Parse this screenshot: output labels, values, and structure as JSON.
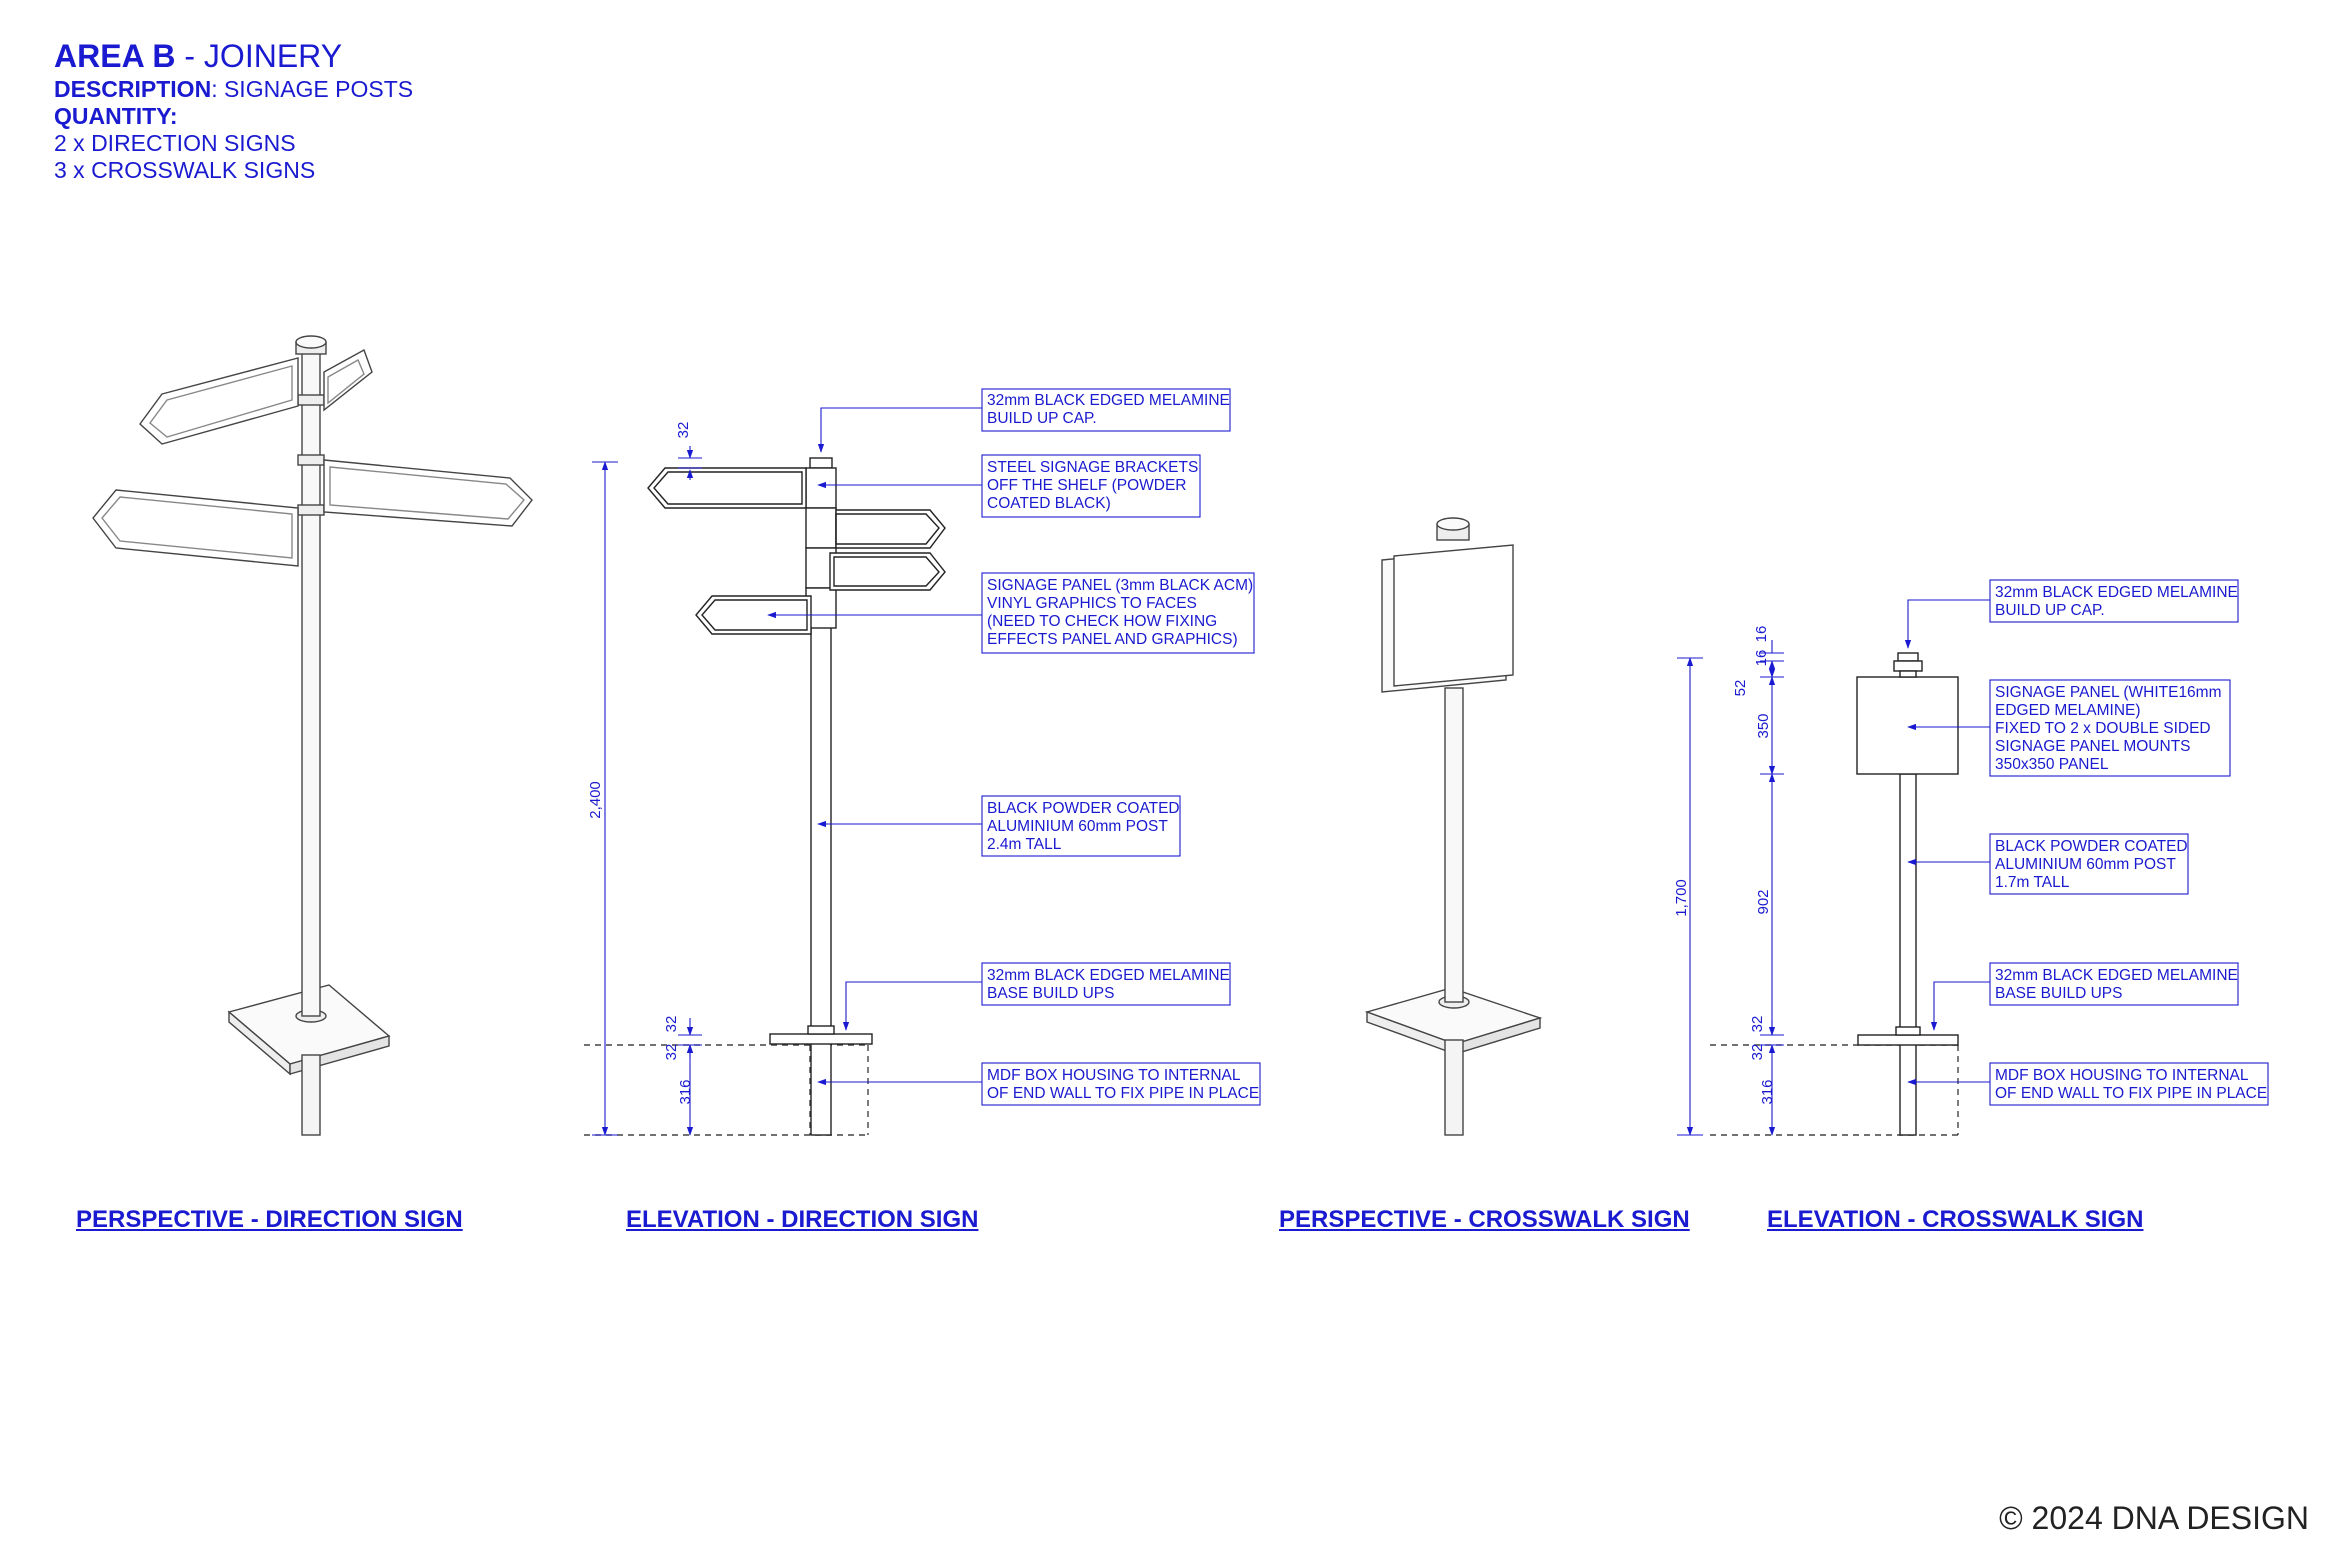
{
  "header": {
    "area_label": "AREA B",
    "area_suffix": " - JOINERY",
    "description_label": "DESCRIPTION",
    "description_value": ": SIGNAGE POSTS",
    "quantity_label": "QUANTITY:",
    "quantity_lines": [
      "2 x DIRECTION SIGNS",
      "3 x CROSSWALK SIGNS"
    ]
  },
  "views": {
    "perspective_direction": "PERSPECTIVE - DIRECTION SIGN",
    "elevation_direction": "ELEVATION - DIRECTION SIGN",
    "perspective_crosswalk": "PERSPECTIVE - CROSSWALK SIGN",
    "elevation_crosswalk": "ELEVATION - CROSSWALK SIGN"
  },
  "notes_direction": {
    "cap": [
      "32mm BLACK EDGED MELAMINE",
      "BUILD UP CAP."
    ],
    "brackets": [
      "STEEL SIGNAGE BRACKETS",
      "OFF THE SHELF (POWDER",
      "COATED BLACK)"
    ],
    "panel": [
      "SIGNAGE PANEL (3mm BLACK ACM)",
      "VINYL GRAPHICS TO FACES",
      "(NEED TO CHECK HOW FIXING",
      "EFFECTS PANEL AND GRAPHICS)"
    ],
    "post": [
      "BLACK POWDER COATED",
      "ALUMINIUM 60mm POST",
      "2.4m TALL"
    ],
    "base": [
      "32mm BLACK EDGED MELAMINE",
      "BASE BUILD UPS"
    ],
    "mdf": [
      "MDF BOX HOUSING TO INTERNAL",
      "OF END WALL TO FIX PIPE IN PLACE"
    ]
  },
  "notes_crosswalk": {
    "cap": [
      "32mm BLACK EDGED MELAMINE",
      "BUILD UP CAP."
    ],
    "panel": [
      "SIGNAGE PANEL (WHITE16mm",
      "EDGED MELAMINE)",
      "FIXED TO 2 x DOUBLE SIDED",
      "SIGNAGE PANEL MOUNTS",
      "350x350 PANEL"
    ],
    "post": [
      "BLACK POWDER COATED",
      "ALUMINIUM 60mm POST",
      "1.7m TALL"
    ],
    "base": [
      "32mm BLACK EDGED MELAMINE",
      "BASE BUILD UPS"
    ],
    "mdf": [
      "MDF BOX HOUSING TO INTERNAL",
      "OF END WALL TO FIX PIPE IN PLACE"
    ]
  },
  "dims_direction": {
    "cap": "32",
    "overall": "2,400",
    "base_top": "32",
    "base_bottom": "32",
    "embed": "316"
  },
  "dims_crosswalk": {
    "cap_top": "16",
    "cap_mid": "16",
    "gap": "52",
    "panel": "350",
    "post": "902",
    "overall": "1,700",
    "base_top": "32",
    "base_bottom": "32",
    "embed": "316"
  },
  "copyright": "© 2024 DNA DESIGN",
  "colors": {
    "annotation": "#1a1ad0",
    "linework": "#222222"
  }
}
